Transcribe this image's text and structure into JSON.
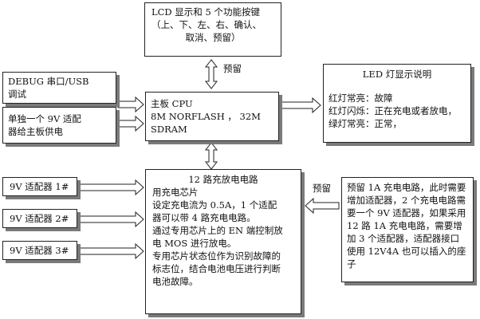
{
  "lcd_box": {
    "lines": [
      "LCD 显示和 5 个功能按键",
      "（上、下、左、右、确认、",
      "取消、预留）"
    ]
  },
  "reserved_label_top": "预留",
  "debug_box": {
    "lines": [
      "DEBUG 串口/USB",
      "调试"
    ]
  },
  "power_box": {
    "lines": [
      "单独一个 9V 适配",
      "器给主板供电"
    ]
  },
  "cpu_box": {
    "lines": [
      "主板 CPU",
      "8M    NORFLASH ，    32M",
      "SDRAM"
    ]
  },
  "led_box": {
    "title": "LED 灯显示说明",
    "lines": [
      "红灯常亮：故障",
      "红灯闪烁：正在充电或者放电，",
      "绿灯常亮：正常，"
    ]
  },
  "adapters": [
    "9V 适配器 1#",
    "9V 适配器 2#",
    "9V 适配器 3#"
  ],
  "circuit_box": {
    "title": "12 路充放电电路",
    "lines": [
      "用充电芯片",
      "设定充电流为 0.5A，1 个适配",
      "器可以带 4 路充电电路。",
      "通过专用芯片上的 EN 端控制放",
      "电 MOS 进行放电。",
      "专用芯片状态位作为识别故障的",
      "标志位，结合电池电压进行判断",
      "电池故障。"
    ]
  },
  "reserved_label_right": "预留",
  "reserve_box": {
    "lines": [
      "预留 1A 充电电路，此时需要",
      "增加适配器，2 个充电电路需",
      "要一个 9V 适配器，如果采用",
      "12 路 1A 充电电路，需要增",
      "加 3 个适配器，适配器接口",
      "使用 12V4A 也可以插入的座",
      "子"
    ]
  }
}
